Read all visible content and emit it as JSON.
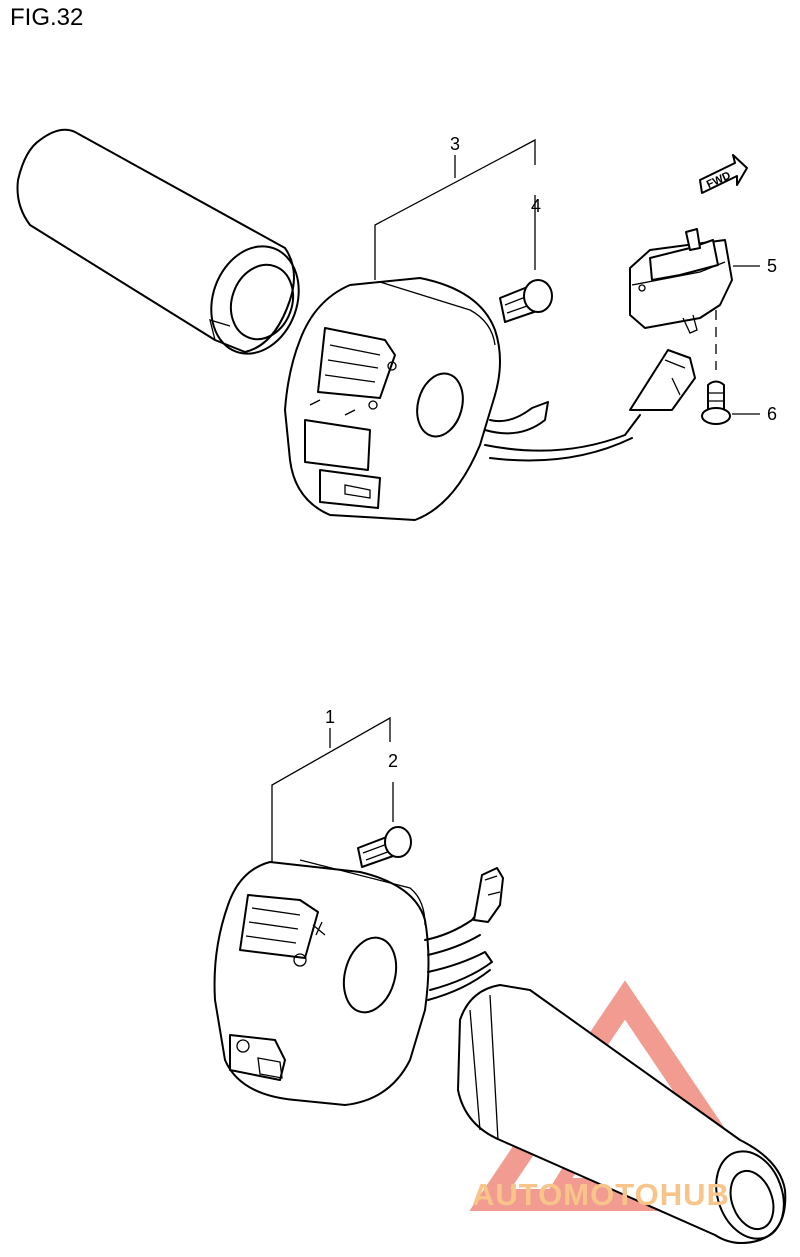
{
  "figure": {
    "title": "FIG.32"
  },
  "callouts": [
    {
      "id": "part-1",
      "label": "1"
    },
    {
      "id": "part-2",
      "label": "2"
    },
    {
      "id": "part-3",
      "label": "3"
    },
    {
      "id": "part-4",
      "label": "4"
    },
    {
      "id": "part-5",
      "label": "5"
    },
    {
      "id": "part-6",
      "label": "6"
    }
  ],
  "direction_badge": {
    "label": "FWD"
  },
  "watermark": {
    "brand": "AUTOMOTOHUB",
    "color_a": "#f08a7e",
    "color_b": "#f7c58a",
    "color_c": "#9a9a9a"
  }
}
